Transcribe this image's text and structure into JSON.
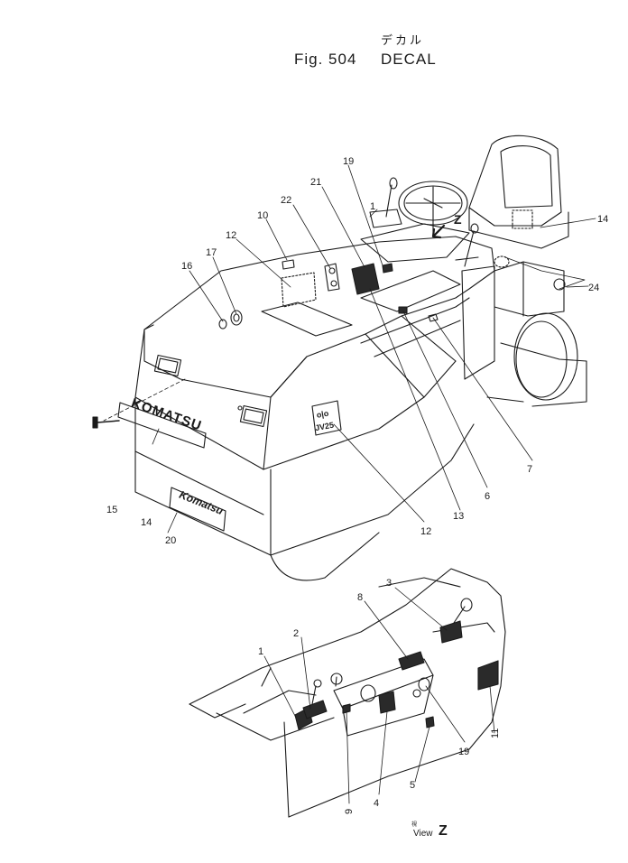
{
  "header": {
    "title_jp": "デカル",
    "figure_label": "Fig. 504",
    "title_en": "DECAL"
  },
  "view": {
    "label": "View",
    "letter": "Z",
    "marker": "Z",
    "jp_note": "視"
  },
  "decals": {
    "brand_plate": "KOMATSU",
    "nameplate": "Komatsu",
    "model_plate_top": "o|o",
    "model_plate_bottom": "JV25"
  },
  "callouts": [
    "1",
    "2",
    "3",
    "4",
    "5",
    "6",
    "7",
    "8",
    "9",
    "10",
    "11",
    "12",
    "12",
    "13",
    "14",
    "15",
    "16",
    "17",
    "18",
    "19",
    "20",
    "21",
    "22",
    "23",
    "24"
  ]
}
